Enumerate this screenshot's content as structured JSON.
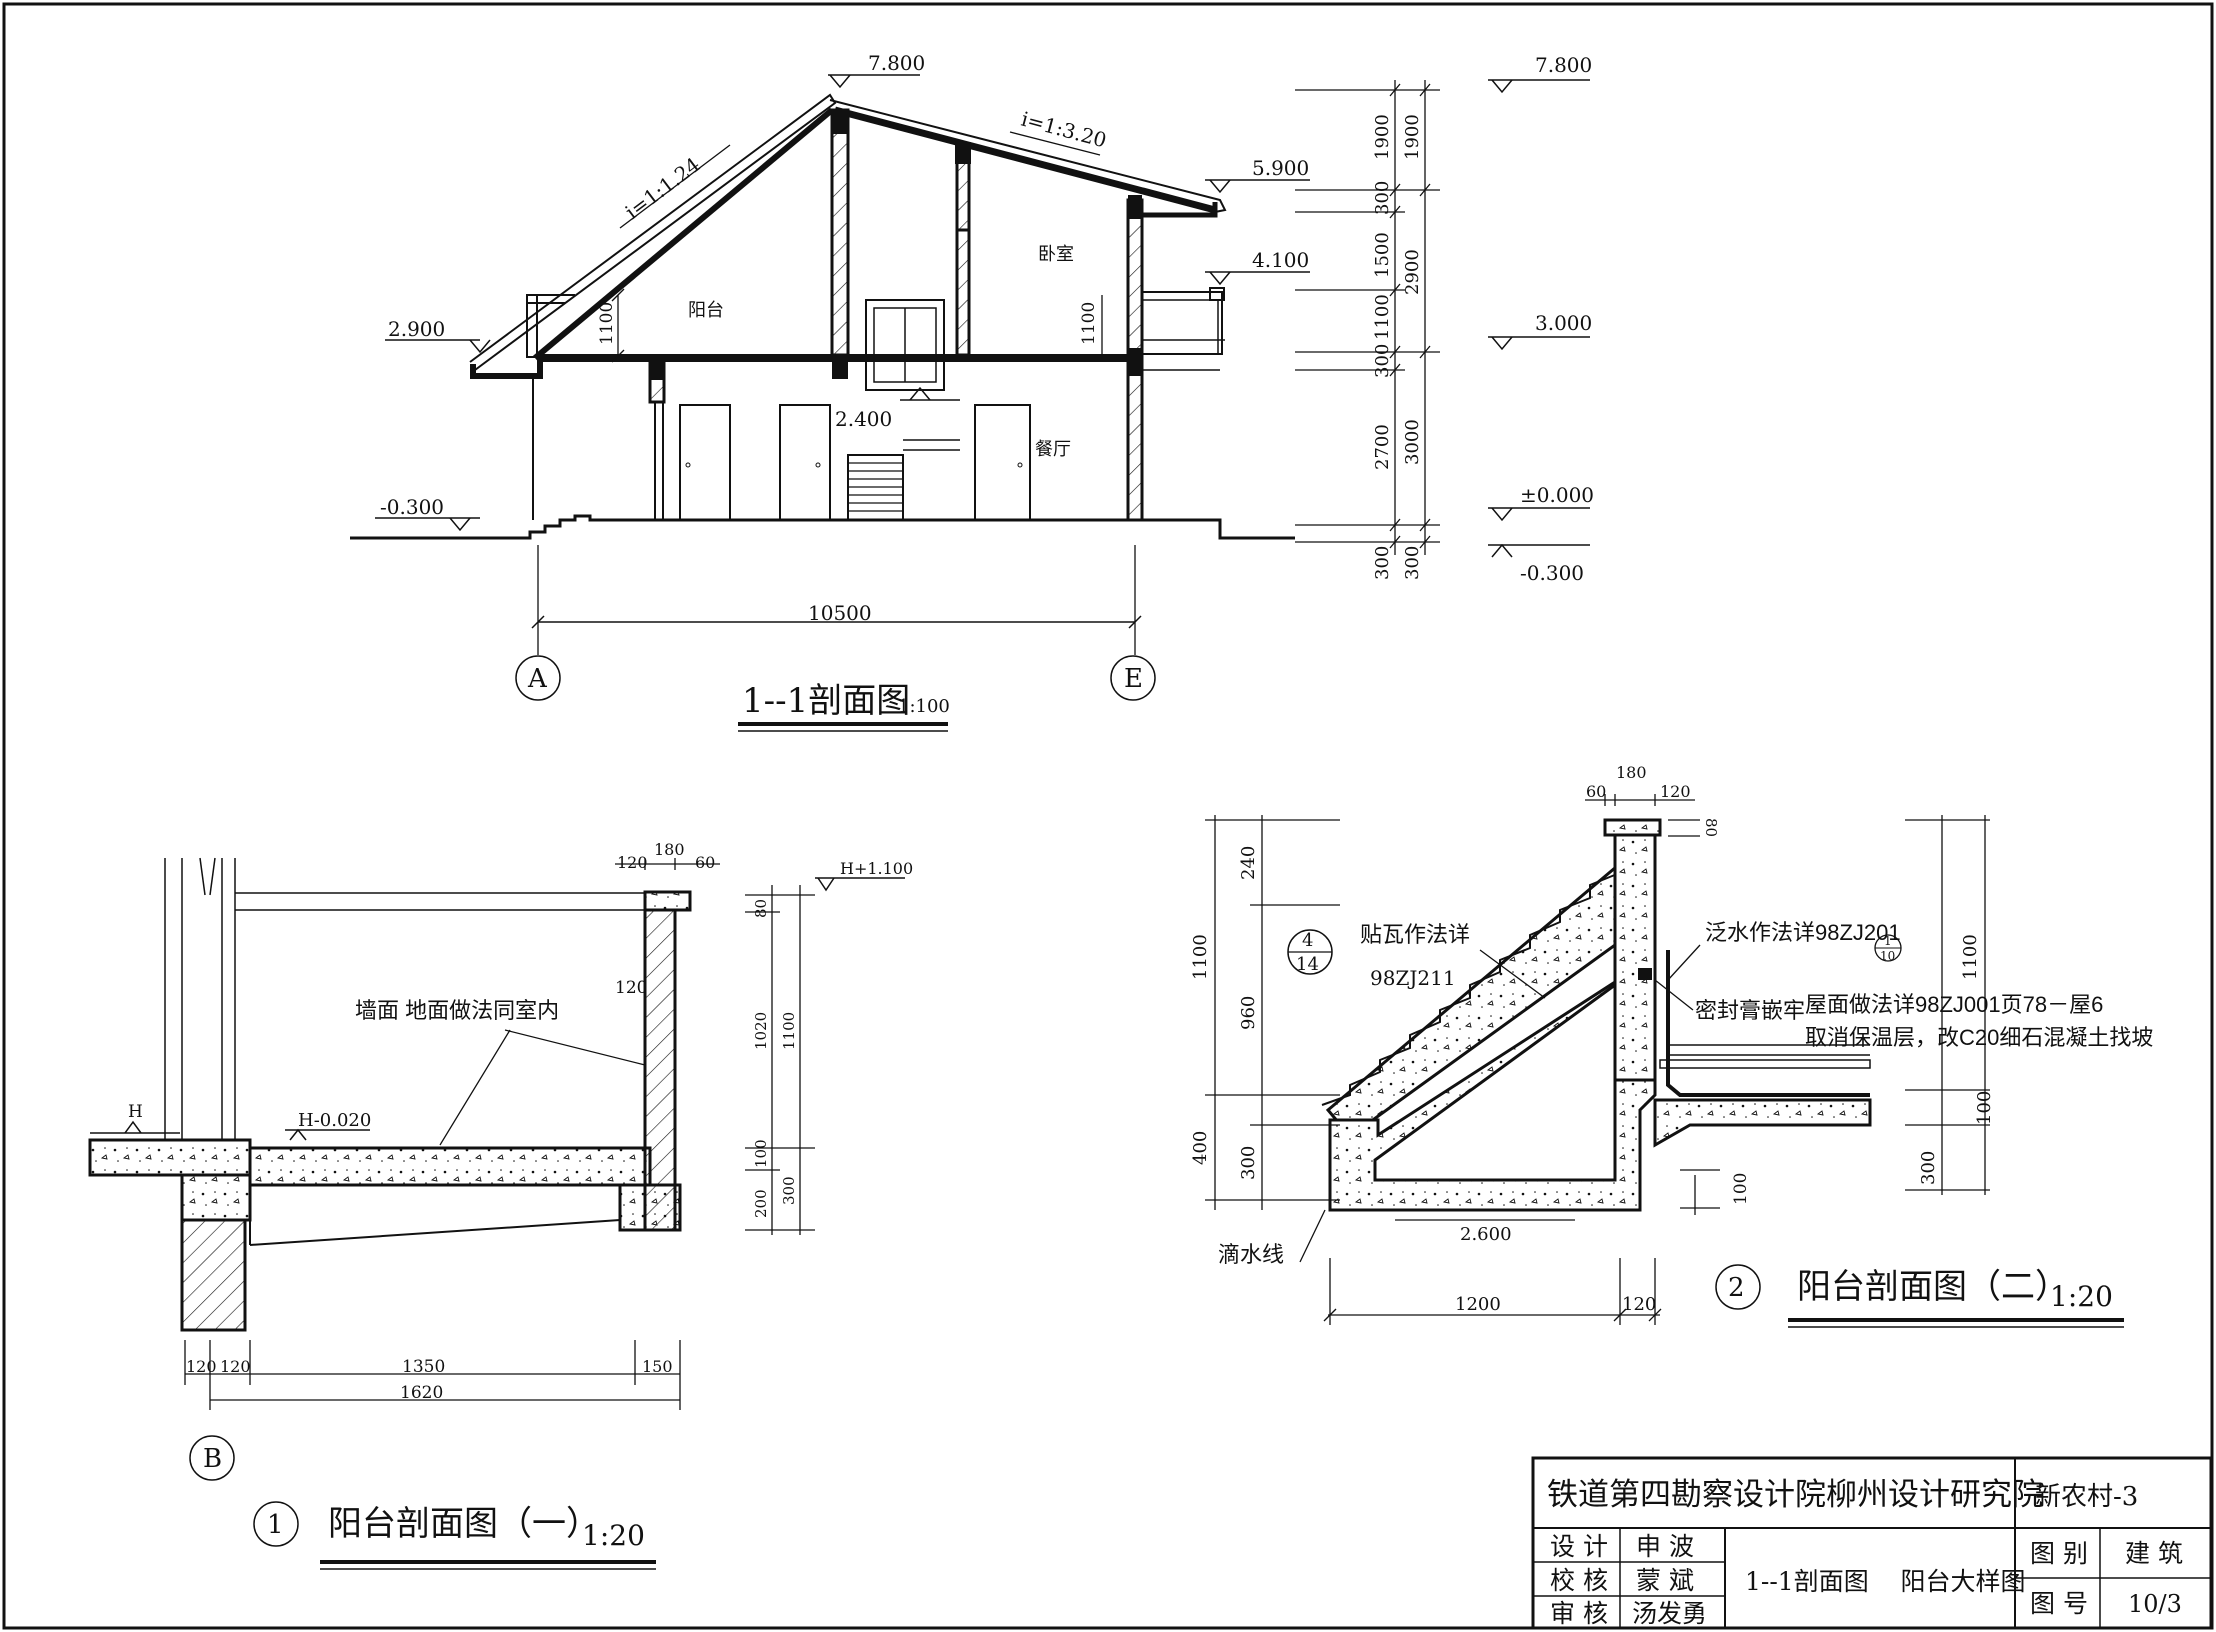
{
  "section_main": {
    "title": "1--1剖面图",
    "scale": "1:100",
    "levels": {
      "ridge": "7.800",
      "eave_right": "5.900",
      "balcony_top": "4.100",
      "eave_left": "2.900",
      "stair": "2.400",
      "ground_left": "-0.300",
      "floor2": "3.000",
      "ground": "±0.000",
      "ground_right": "-0.300",
      "ridge_right": "7.800"
    },
    "slopes": {
      "left": "i=1:1.24",
      "right": "i=1:3.20"
    },
    "rooms": {
      "balcony": "阳台",
      "bedroom": "卧室",
      "dining": "餐厅"
    },
    "dims_small": {
      "rail_left": "1100",
      "rail_right": "1100"
    },
    "width": "10500",
    "axes": {
      "left": "A",
      "right": "E"
    },
    "right_dims_a": [
      "1900",
      "300",
      "1500",
      "1100",
      "300",
      "2700",
      "300"
    ],
    "right_dims_b": [
      "1900",
      "2900",
      "3000",
      "300"
    ]
  },
  "detail1": {
    "num": "1",
    "title": "阳台剖面图（一）",
    "scale": "1:20",
    "note": "墙面  地面做法同室内",
    "level_h": "H",
    "level_h020": "H-0.020",
    "level_top": "H+1.100",
    "top_dims": [
      "120",
      "180",
      "60"
    ],
    "wall_dim": "120",
    "right_dims_a": [
      "80",
      "1020",
      "100",
      "200"
    ],
    "right_dims_b": [
      "1100",
      "300"
    ],
    "bottom_dims": [
      "120",
      "120",
      "1350",
      "150"
    ],
    "total": "1620",
    "axis": "B"
  },
  "detail2": {
    "num": "2",
    "title": "阳台剖面图（二）",
    "scale": "1:20",
    "top_dims": [
      "60",
      "180",
      "120"
    ],
    "cap_dim": "80",
    "left_dims_a": [
      "1100",
      "400"
    ],
    "left_dims_b": [
      "240",
      "960",
      "300"
    ],
    "right_dims_a": [
      "1100",
      "100"
    ],
    "right_dims_b": [
      "300"
    ],
    "dim_100": "100",
    "note_tile_ref_num": "4",
    "note_tile_ref_den": "14",
    "note_tile": "贴瓦作法详",
    "note_tile_code": "98ZJ211",
    "note_flash": "泛水作法详98ZJ201",
    "note_flash_ref_num": "1",
    "note_flash_ref_den": "10",
    "note_seal": "密封膏嵌牢",
    "note_roof1": "屋面做法详98ZJ001页78－屋6",
    "note_roof2": "取消保温层，改C20细石混凝土找坡",
    "drip": "滴水线",
    "slope_val": "2.600",
    "bottom_dims": [
      "1200",
      "120"
    ]
  },
  "title_block": {
    "company": "铁道第四勘察设计院柳州设计研究院",
    "project": "新农村-3",
    "roles": [
      "设 计",
      "校 核",
      "审 核"
    ],
    "names": [
      "申 波",
      "蒙 斌",
      "汤发勇"
    ],
    "drawing_name": "1--1剖面图    阳台大样图",
    "k1": "图 别",
    "v1": "建 筑",
    "k2": "图 号",
    "v2": "10/3"
  }
}
